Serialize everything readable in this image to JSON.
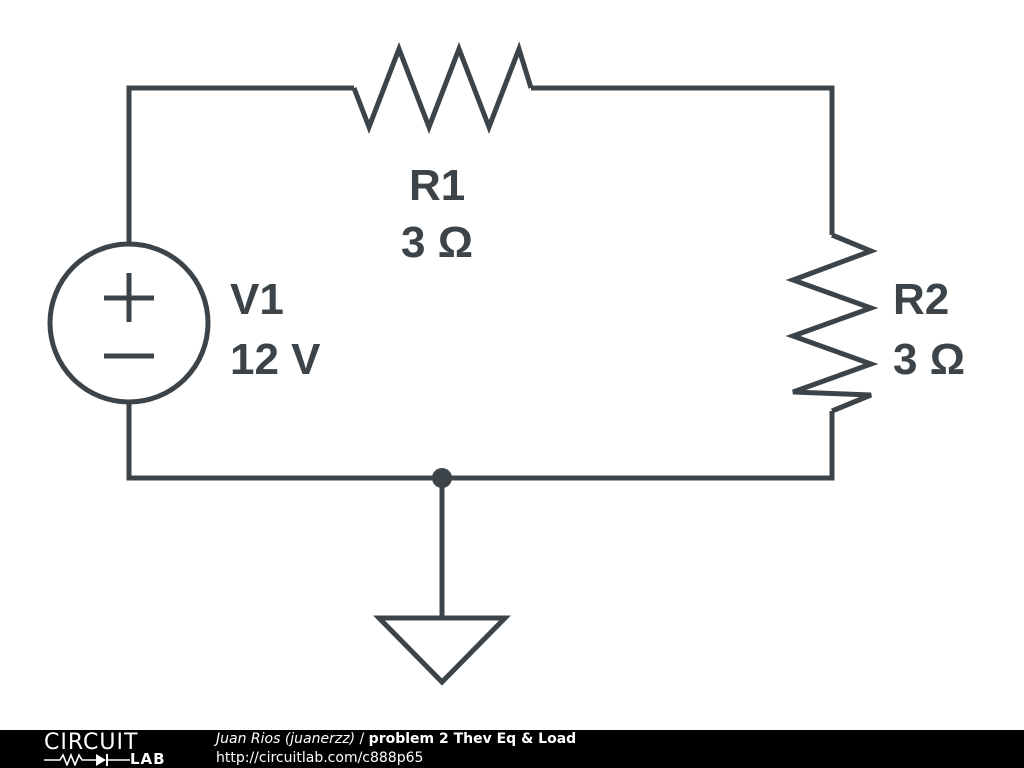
{
  "circuit": {
    "components": [
      {
        "id": "V1",
        "name": "V1",
        "value": "12 V",
        "type": "voltage-source"
      },
      {
        "id": "R1",
        "name": "R1",
        "value": "3 Ω",
        "type": "resistor"
      },
      {
        "id": "R2",
        "name": "R2",
        "value": "3 Ω",
        "type": "resistor"
      }
    ],
    "source_symbols": {
      "plus": "+",
      "minus": "−"
    },
    "colors": {
      "wire": "#3c4449",
      "label": "#3c4449",
      "footer_bg": "#000000",
      "footer_text": "#ffffff"
    }
  },
  "footer": {
    "logo_top": "CIRCUIT",
    "logo_bottom": "LAB",
    "author": "Juan Rios (juanerzz)",
    "separator": " / ",
    "title": "problem 2 Thev Eq & Load",
    "url": "http://circuitlab.com/c888p65"
  }
}
